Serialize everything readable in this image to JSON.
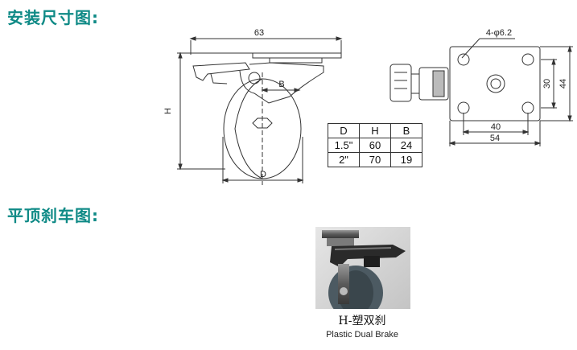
{
  "sections": {
    "install_title": "安装尺寸图:",
    "brake_title": "平顶刹车图:"
  },
  "drawing": {
    "dim_63": "63",
    "dim_B": "B",
    "dim_H": "H",
    "dim_D": "D",
    "hole_spec": "4-φ6.2",
    "dim_30": "30",
    "dim_44": "44",
    "dim_40": "40",
    "dim_54": "54"
  },
  "spec_table": {
    "headers": [
      "D",
      "H",
      "B"
    ],
    "rows": [
      [
        "1.5\"",
        "60",
        "24"
      ],
      [
        "2\"",
        "70",
        "19"
      ]
    ]
  },
  "product": {
    "caption_cn": "H-塑双刹",
    "caption_en": "Plastic Dual Brake"
  },
  "colors": {
    "title": "#0f8a86"
  }
}
